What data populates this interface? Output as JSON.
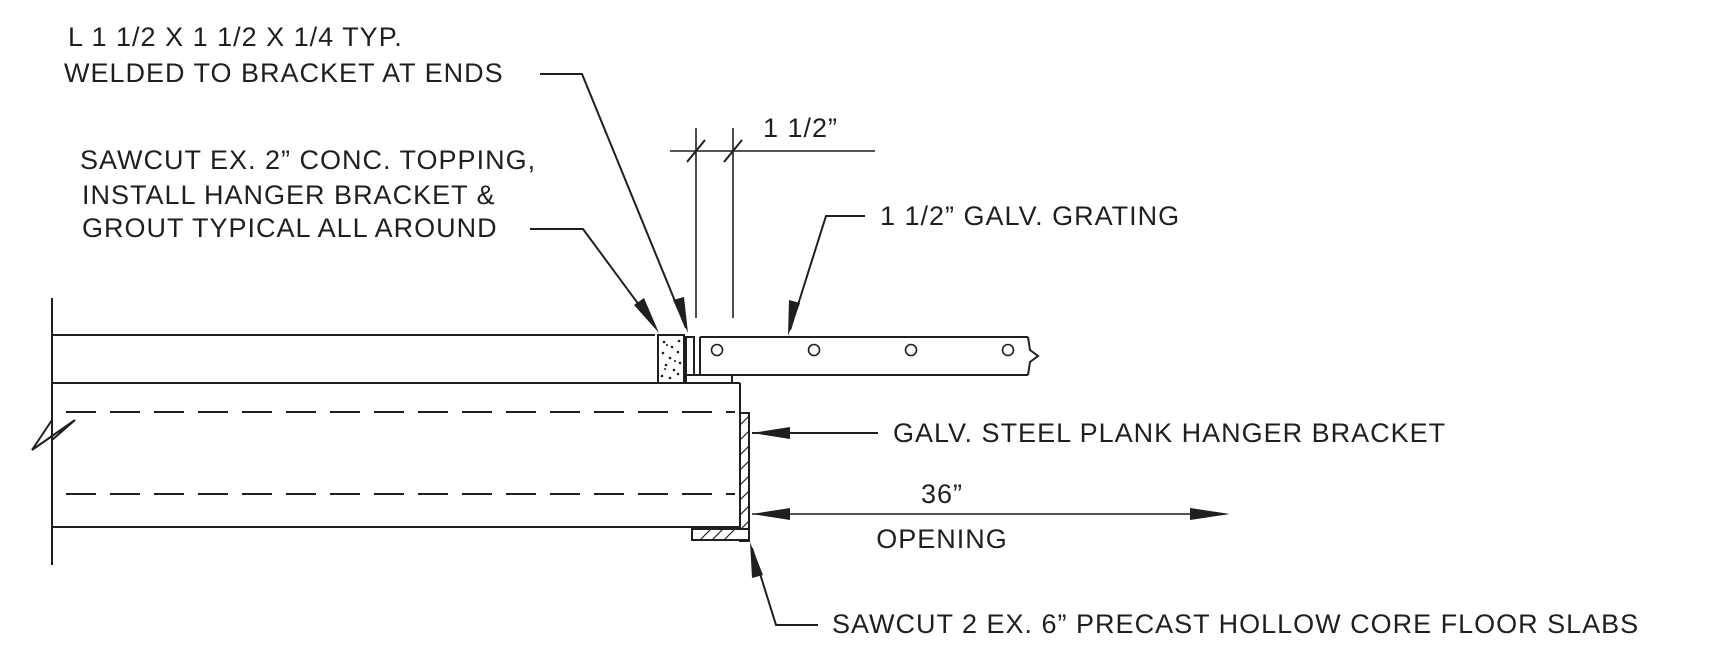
{
  "notes": {
    "angle": {
      "line1": "L 1 1/2 X 1 1/2 X 1/4 TYP.",
      "line2": "WELDED TO BRACKET AT ENDS"
    },
    "sawcut_topping": {
      "line1": "SAWCUT EX. 2” CONC. TOPPING,",
      "line2": "INSTALL HANGER BRACKET &",
      "line3": "GROUT TYPICAL ALL AROUND"
    },
    "grating": "1 1/2” GALV. GRATING",
    "bracket": "GALV. STEEL PLANK HANGER BRACKET",
    "sawcut_slabs": "SAWCUT 2 EX. 6” PRECAST HOLLOW CORE FLOOR SLABS"
  },
  "dimensions": {
    "grating_gap": "1 1/2”",
    "opening_value": "36”",
    "opening_label": "OPENING"
  }
}
